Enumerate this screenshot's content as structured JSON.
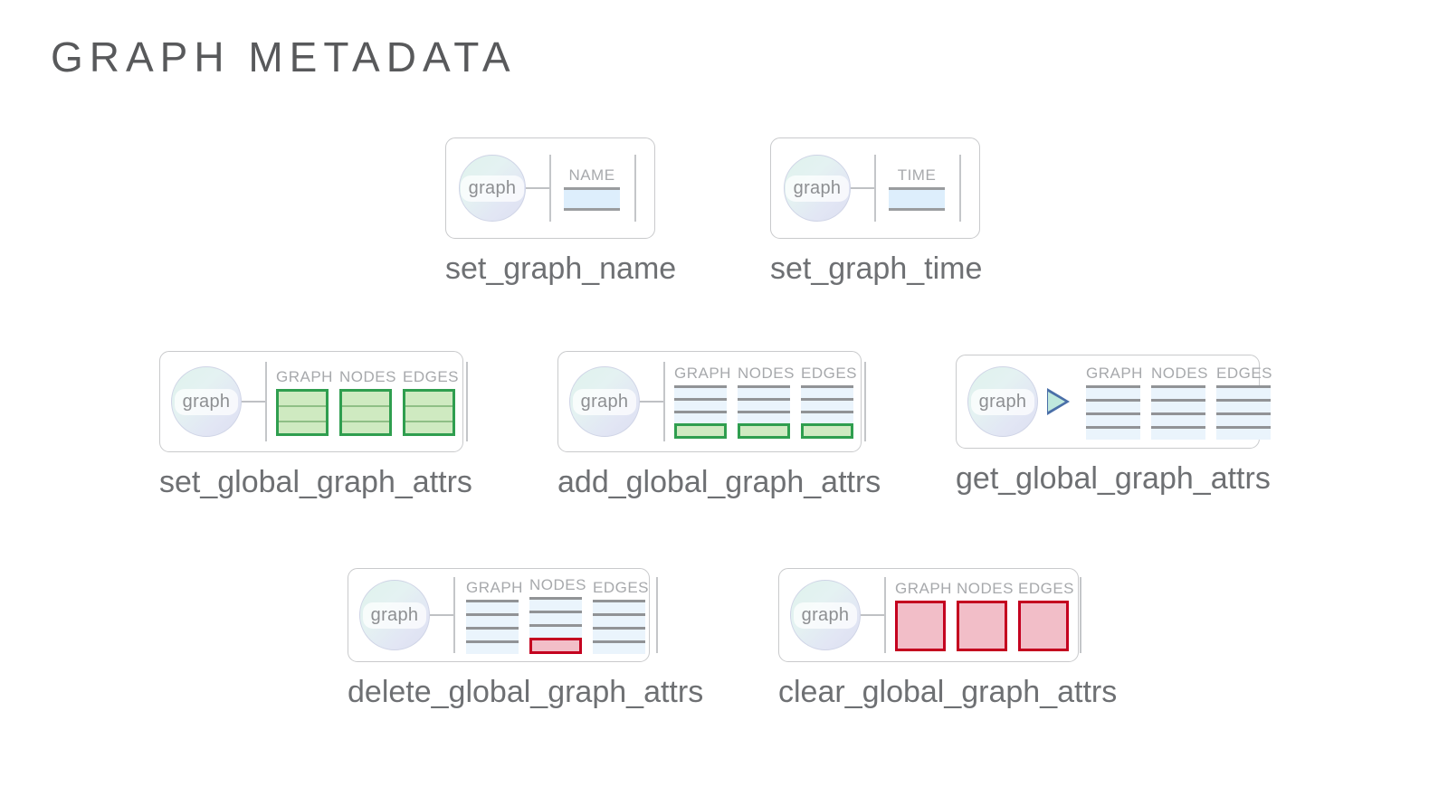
{
  "page": {
    "title": "GRAPH METADATA",
    "background": "#ffffff",
    "title_color": "#58595b",
    "accent_green": "#2f9e4f",
    "accent_red": "#c4001f",
    "accent_blue": "#4a6fa8",
    "node_label": "graph"
  },
  "figures": [
    {
      "id": "set-graph-name",
      "caption": "set_graph_name",
      "node": "graph",
      "connector": "dash",
      "columns": [
        {
          "header": "NAME",
          "style": "value-cell"
        }
      ]
    },
    {
      "id": "set-graph-time",
      "caption": "set_graph_time",
      "node": "graph",
      "connector": "dash",
      "columns": [
        {
          "header": "TIME",
          "style": "value-cell"
        }
      ]
    },
    {
      "id": "set-global-graph-attrs",
      "caption": "set_global_graph_attrs",
      "node": "graph",
      "connector": "dash",
      "columns": [
        {
          "header": "GRAPH",
          "style": "green-filled",
          "rows": 3
        },
        {
          "header": "NODES",
          "style": "green-filled",
          "rows": 3
        },
        {
          "header": "EDGES",
          "style": "green-filled",
          "rows": 3
        }
      ]
    },
    {
      "id": "add-global-graph-attrs",
      "caption": "add_global_graph_attrs",
      "node": "graph",
      "connector": "dash",
      "columns": [
        {
          "header": "GRAPH",
          "style": "blue-rows-plus-green",
          "rows": 3
        },
        {
          "header": "NODES",
          "style": "blue-rows-plus-green",
          "rows": 3
        },
        {
          "header": "EDGES",
          "style": "blue-rows-plus-green",
          "rows": 3
        }
      ]
    },
    {
      "id": "get-global-graph-attrs",
      "caption": "get_global_graph_attrs",
      "node": "graph",
      "connector": "play",
      "columns": [
        {
          "header": "GRAPH",
          "style": "blue-rows",
          "rows": 4
        },
        {
          "header": "NODES",
          "style": "blue-rows",
          "rows": 4
        },
        {
          "header": "EDGES",
          "style": "blue-rows",
          "rows": 4
        }
      ]
    },
    {
      "id": "delete-global-graph-attrs",
      "caption": "delete_global_graph_attrs",
      "node": "graph",
      "connector": "dash",
      "columns": [
        {
          "header": "GRAPH",
          "style": "blue-rows",
          "rows": 4
        },
        {
          "header": "NODES",
          "style": "blue-rows-one-red",
          "rows": 4,
          "red_row_index": 4
        },
        {
          "header": "EDGES",
          "style": "blue-rows",
          "rows": 4
        }
      ]
    },
    {
      "id": "clear-global-graph-attrs",
      "caption": "clear_global_graph_attrs",
      "node": "graph",
      "connector": "dash",
      "columns": [
        {
          "header": "GRAPH",
          "style": "red-filled"
        },
        {
          "header": "NODES",
          "style": "red-filled"
        },
        {
          "header": "EDGES",
          "style": "red-filled"
        }
      ]
    }
  ]
}
